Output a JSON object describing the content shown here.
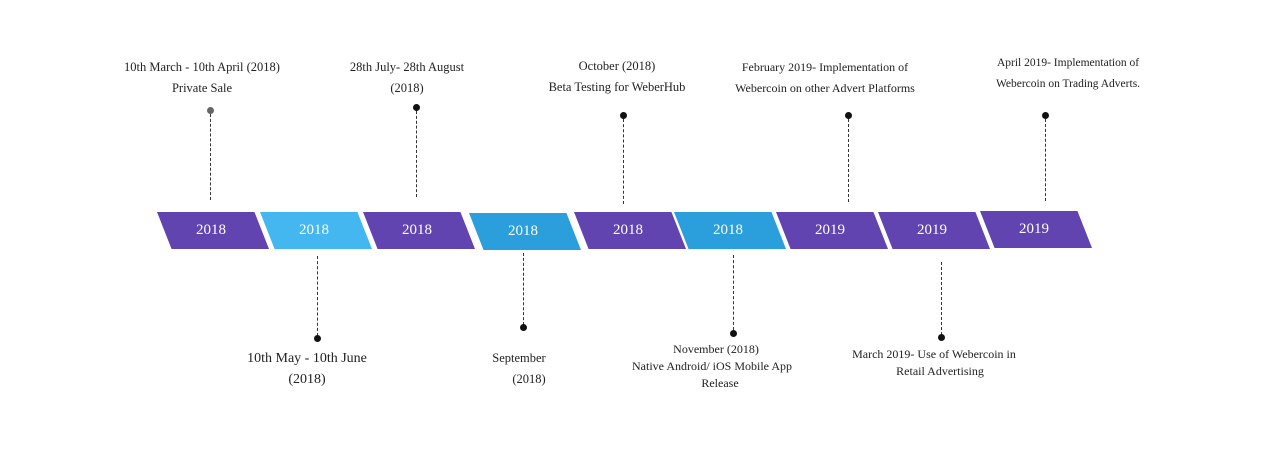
{
  "segments": [
    {
      "year": "2018",
      "color": "#6144b0"
    },
    {
      "year": "2018",
      "color": "#45b7f0"
    },
    {
      "year": "2018",
      "color": "#6144b0"
    },
    {
      "year": "2018",
      "color": "#2a9fdc"
    },
    {
      "year": "2018",
      "color": "#6144b0"
    },
    {
      "year": "2018",
      "color": "#2a9fdc"
    },
    {
      "year": "2019",
      "color": "#6144b0"
    },
    {
      "year": "2019",
      "color": "#6144b0"
    },
    {
      "year": "2019",
      "color": "#6144b0"
    }
  ],
  "events_top": [
    {
      "line1": "10th March - 10th April (2018)",
      "line2": "Private Sale"
    },
    {
      "line1": "28th July- 28th August",
      "line2": "(2018)"
    },
    {
      "line1": "October (2018)",
      "line2": "Beta Testing for WeberHub"
    },
    {
      "line1": "February 2019- Implementation of",
      "line2": "Webercoin on other Advert Platforms"
    },
    {
      "line1": "April 2019- Implementation of",
      "line2": "Webercoin on Trading Adverts."
    }
  ],
  "events_bottom": [
    {
      "line1": "10th May - 10th June",
      "line2": "(2018)"
    },
    {
      "line1": "September",
      "line2": "(2018)"
    },
    {
      "line1": "November (2018)",
      "line2": "Native Android/ iOS Mobile App",
      "line3": "Release"
    },
    {
      "line1": "March 2019- Use of Webercoin in",
      "line2": "Retail Advertising"
    }
  ]
}
